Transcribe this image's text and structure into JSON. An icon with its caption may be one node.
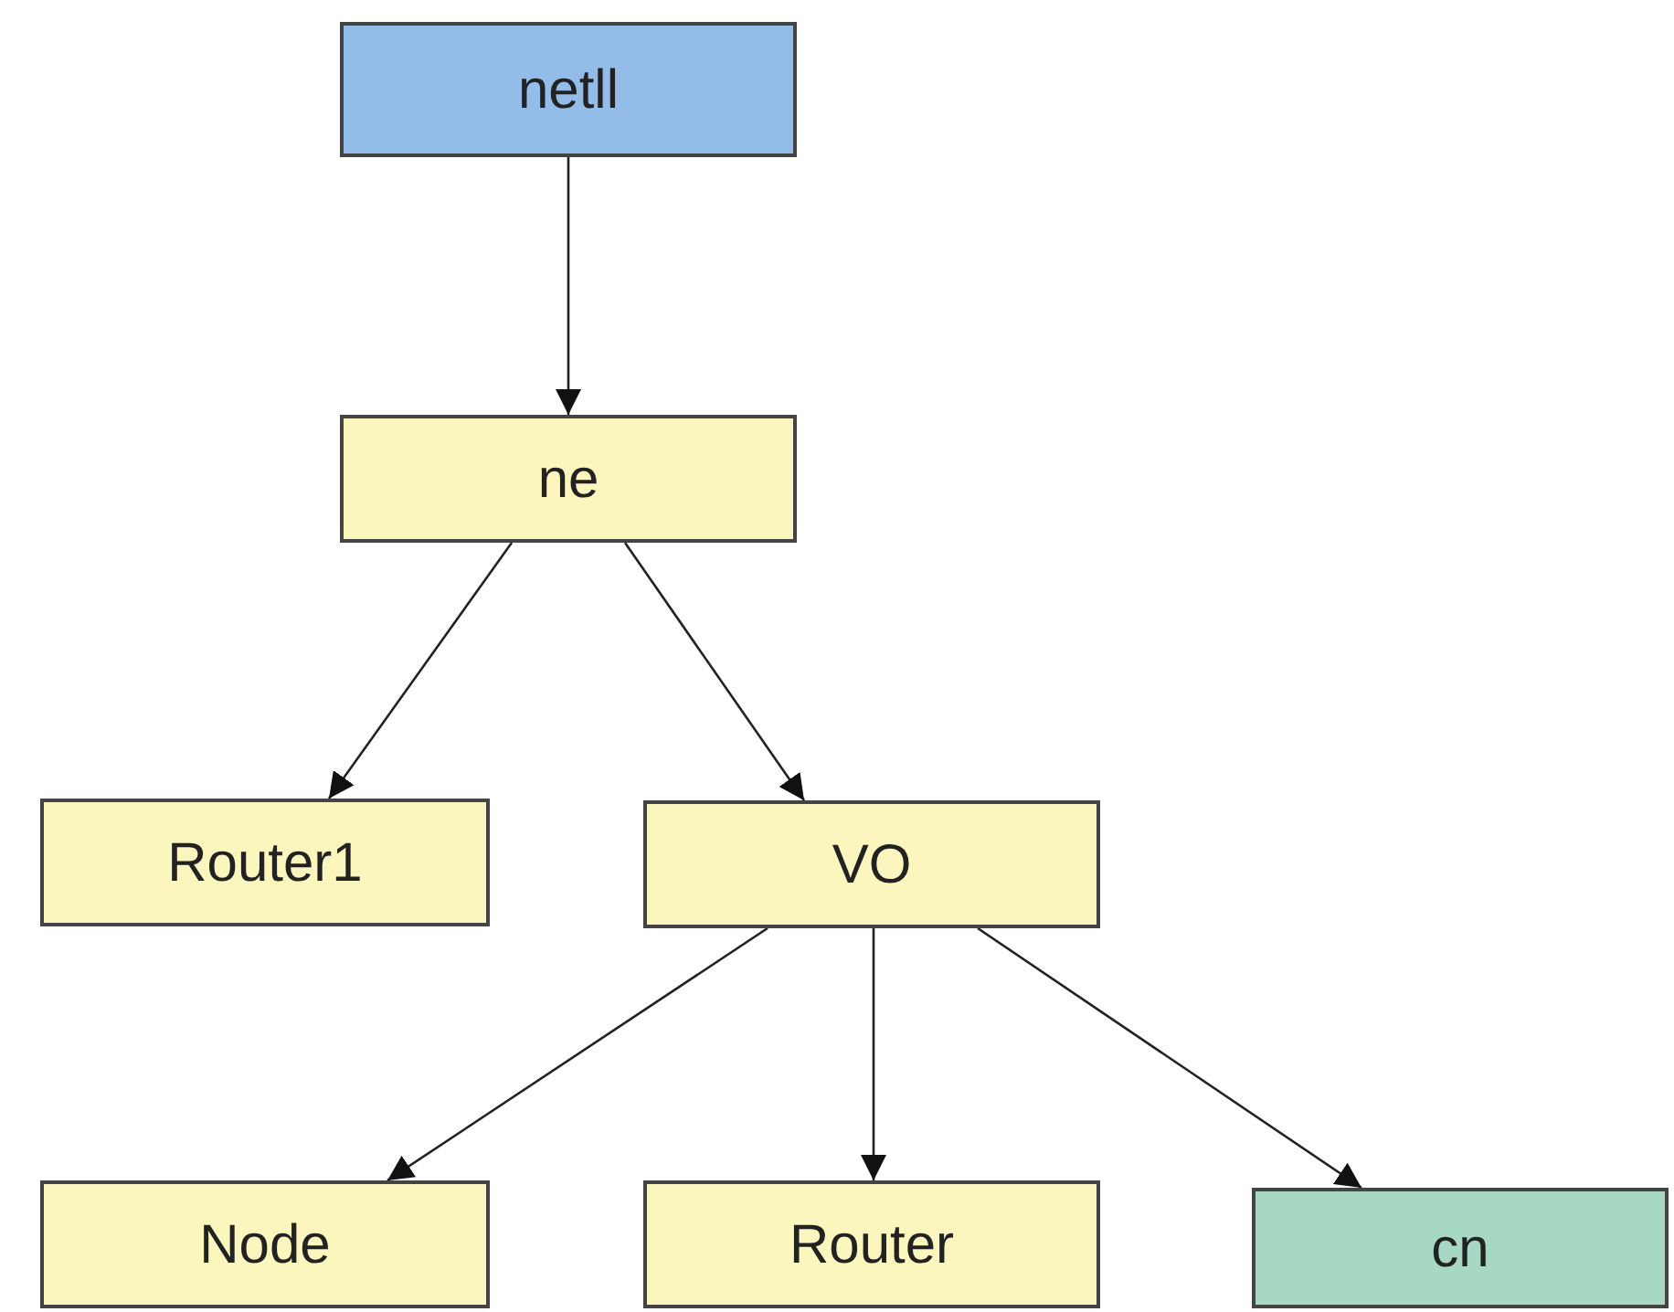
{
  "diagram": {
    "nodes": [
      {
        "text": [
          "netll"
        ]
      },
      {
        "text": [
          "ne"
        ]
      },
      {
        "text": [
          "Router1"
        ]
      },
      {
        "text": [
          "VO"
        ]
      },
      {
        "text": [
          "Node"
        ]
      },
      {
        "text": [
          "Router"
        ]
      },
      {
        "text": [
          "cn"
        ]
      }
    ],
    "edges": [
      {
        "from": 0,
        "to": 1,
        "arrow": "to"
      },
      {
        "from": 1,
        "to": 2,
        "arrow": "to"
      },
      {
        "from": 1,
        "to": 3,
        "arrow": "to"
      },
      {
        "from": 3,
        "to": 4,
        "arrow": "to"
      },
      {
        "from": 3,
        "to": 5,
        "arrow": "to"
      },
      {
        "from": 3,
        "to": 6,
        "arrow": "to"
      }
    ]
  }
}
